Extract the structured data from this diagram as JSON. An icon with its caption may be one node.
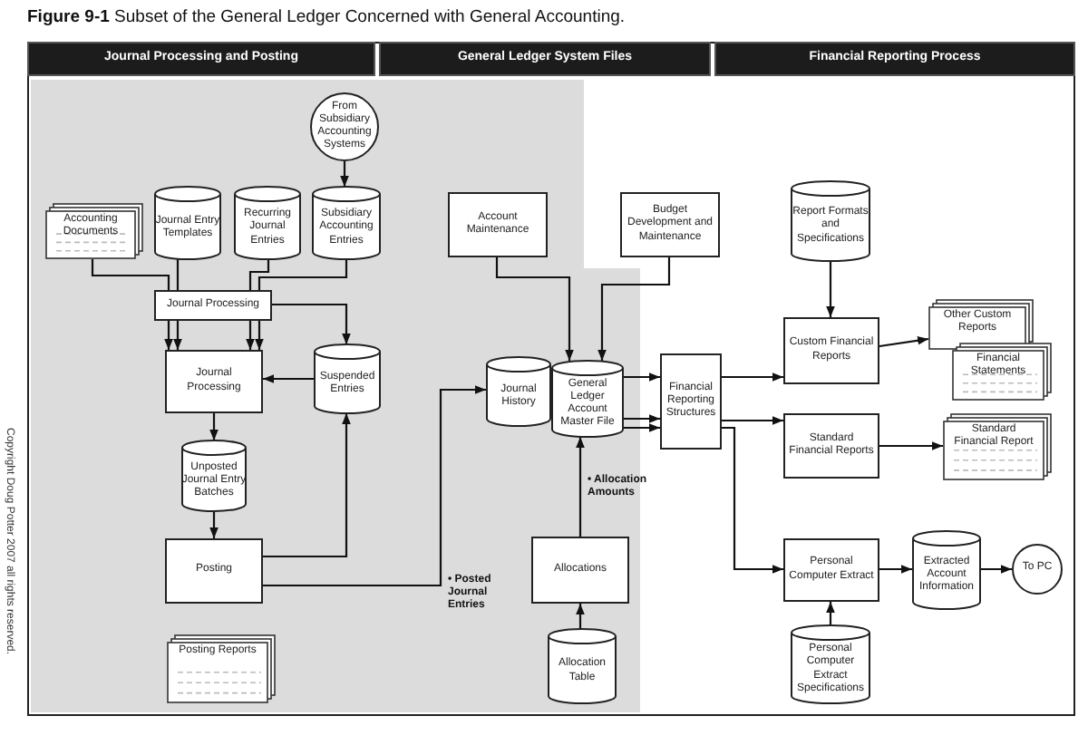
{
  "diagram": {
    "title": "**Figure 9-1** Subset of the General Ledger Concerned with General Accounting.",
    "nodes": [
      {
        "text": [
          "Journal Processing and Posting"
        ]
      },
      {
        "text": [
          "General Ledger System Files"
        ]
      },
      {
        "text": [
          "Financial Reporting Process"
        ]
      },
      {
        "text": [
          "From Subsidiary Accounting Systems"
        ]
      },
      {
        "text": [
          "Accounting Documents"
        ]
      },
      {
        "text": [
          "Journal Entry Templates"
        ]
      },
      {
        "text": [
          "Recurring Journal Entries"
        ]
      },
      {
        "text": [
          "Subsidiary Accounting Entries"
        ]
      },
      {
        "text": [
          "Journal Processing"
        ]
      },
      {
        "text": [
          "Journal Processing"
        ]
      },
      {
        "text": [
          "Suspended Entries"
        ]
      },
      {
        "text": [
          "Unposted Journal Entry Batches"
        ]
      },
      {
        "text": [
          "Posting"
        ]
      },
      {
        "text": [
          "Posting Reports"
        ]
      },
      {
        "text": [
          "Journal History"
        ]
      },
      {
        "text": [
          "General Ledger Account Master File"
        ]
      },
      {
        "text": [
          "Account Maintenance"
        ]
      },
      {
        "text": [
          "Budget Development and Maintenance"
        ]
      },
      {
        "text": [
          "Financial Reporting Structures"
        ]
      },
      {
        "text": [
          "Allocations"
        ]
      },
      {
        "text": [
          "Allocation Table"
        ]
      },
      {
        "text": [
          "Report Formats and Specifications"
        ]
      },
      {
        "text": [
          "Custom Financial Reports"
        ]
      },
      {
        "text": [
          "Other Custom Reports"
        ]
      },
      {
        "text": [
          "Financial Statements"
        ]
      },
      {
        "text": [
          "Standard Financial Reports"
        ]
      },
      {
        "text": [
          "Standard Financial Report"
        ]
      },
      {
        "text": [
          "Personal Computer Extract"
        ]
      },
      {
        "text": [
          "Extracted Account Information"
        ]
      },
      {
        "text": [
          "To PC"
        ]
      },
      {
        "text": [
          "Personal Computer Extract Specifications"
        ]
      }
    ],
    "edges": [
      {
        "from": 3,
        "to": 7,
        "arrow": "to"
      },
      {
        "from": 4,
        "to": 8,
        "arrow": "none"
      },
      {
        "from": 5,
        "to": 8,
        "arrow": "none"
      },
      {
        "from": 6,
        "to": 8,
        "arrow": "none"
      },
      {
        "from": 7,
        "to": 8,
        "arrow": "none"
      },
      {
        "from": 8,
        "to": 9,
        "arrow": "to"
      },
      {
        "from": 8,
        "to": 9,
        "arrow": "to"
      },
      {
        "from": 8,
        "to": 9,
        "arrow": "to"
      },
      {
        "from": 8,
        "to": 9,
        "arrow": "to"
      },
      {
        "from": 8,
        "to": 10,
        "arrow": "to"
      },
      {
        "from": 10,
        "to": 9,
        "arrow": "to"
      },
      {
        "from": 9,
        "to": 11,
        "arrow": "to"
      },
      {
        "from": 11,
        "to": 12,
        "arrow": "to"
      },
      {
        "from": 12,
        "to": 10,
        "arrow": "to"
      },
      {
        "from": 12,
        "to": 14,
        "arrow": "to",
        "label": "• Posted Journal Entries"
      },
      {
        "from": 16,
        "to": 15,
        "arrow": "to"
      },
      {
        "from": 17,
        "to": 15,
        "arrow": "to"
      },
      {
        "from": 15,
        "to": 18,
        "arrow": "to"
      },
      {
        "from": 15,
        "to": 18,
        "arrow": "to"
      },
      {
        "from": 15,
        "to": 18,
        "arrow": "to"
      },
      {
        "from": 18,
        "to": 22,
        "arrow": "to"
      },
      {
        "from": 18,
        "to": 25,
        "arrow": "to"
      },
      {
        "from": 18,
        "to": 27,
        "arrow": "to"
      },
      {
        "from": 19,
        "to": 15,
        "arrow": "to",
        "label": "• Allocation Amounts"
      },
      {
        "from": 20,
        "to": 19,
        "arrow": "to"
      },
      {
        "from": 21,
        "to": 22,
        "arrow": "to"
      },
      {
        "from": 22,
        "to": 23,
        "arrow": "to"
      },
      {
        "from": 25,
        "to": 26,
        "arrow": "to"
      },
      {
        "from": 27,
        "to": 28,
        "arrow": "to"
      },
      {
        "from": 28,
        "to": 29,
        "arrow": "to"
      },
      {
        "from": 30,
        "to": 27,
        "arrow": "to"
      }
    ],
    "labels": [
      "Copyright Doug Potter 2007 all rights reserved."
    ]
  }
}
